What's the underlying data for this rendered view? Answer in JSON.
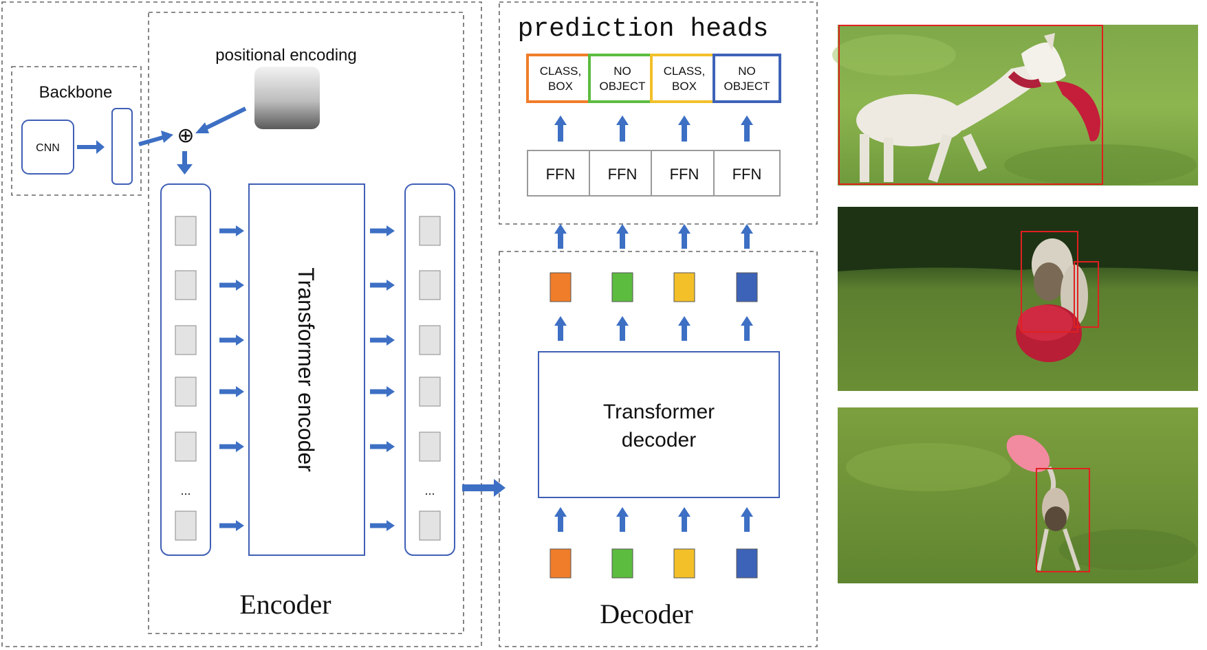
{
  "colors": {
    "arrow": "#3d6fc4",
    "box_border": "#3f5fb5",
    "token_orange": "#f07d2a",
    "token_green": "#5cbc3f",
    "token_yellow": "#f3c02a",
    "token_blue": "#3d63b8",
    "dashed": "#666666",
    "detection_box": "#e02020"
  },
  "backbone": {
    "title": "Backbone",
    "cnn_label": "CNN"
  },
  "positional_encoding": {
    "label": "positional encoding",
    "add_symbol": "⊕"
  },
  "encoder": {
    "section_label": "Encoder",
    "transformer_label": "Transformer encoder",
    "ellipsis": "..."
  },
  "decoder": {
    "section_label": "Decoder",
    "transformer_label_line1": "Transformer",
    "transformer_label_line2": "decoder"
  },
  "prediction_heads": {
    "title": "prediction heads",
    "ffn_label": "FFN",
    "outputs": [
      {
        "line1": "CLASS,",
        "line2": "BOX",
        "color": "#f07d2a"
      },
      {
        "line1": "NO",
        "line2": "OBJECT",
        "color": "#5cbc3f"
      },
      {
        "line1": "CLASS,",
        "line2": "BOX",
        "color": "#f3c02a"
      },
      {
        "line1": "NO",
        "line2": "OBJECT",
        "color": "#3d63b8"
      }
    ]
  },
  "photos": [
    {
      "subject": "white dog with red collar holding red frisbee",
      "detections": 1
    },
    {
      "subject": "dog catching red frisbee in meadow",
      "detections": 2
    },
    {
      "subject": "dog running under pink frisbee",
      "detections": 1
    }
  ]
}
